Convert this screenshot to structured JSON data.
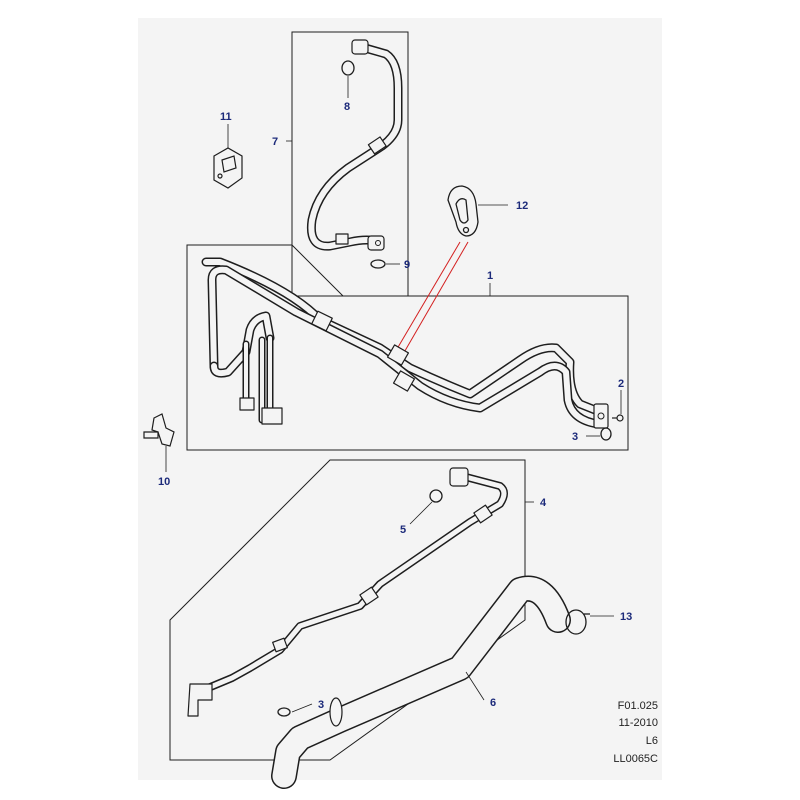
{
  "diagram": {
    "callouts": [
      {
        "id": "1",
        "text": "1"
      },
      {
        "id": "2",
        "text": "2"
      },
      {
        "id": "3a",
        "text": "3"
      },
      {
        "id": "3b",
        "text": "3"
      },
      {
        "id": "4",
        "text": "4"
      },
      {
        "id": "5",
        "text": "5"
      },
      {
        "id": "6",
        "text": "6"
      },
      {
        "id": "7",
        "text": "7"
      },
      {
        "id": "8",
        "text": "8"
      },
      {
        "id": "9",
        "text": "9"
      },
      {
        "id": "10",
        "text": "10"
      },
      {
        "id": "11",
        "text": "11"
      },
      {
        "id": "12",
        "text": "12"
      },
      {
        "id": "13",
        "text": "13"
      }
    ],
    "reference": {
      "figure": "F01.025",
      "date": "11-2010",
      "level": "L6",
      "code": "LL0065C"
    },
    "colors": {
      "line": "#1e1e1e",
      "callout": "#1c2a7a",
      "highlight": "#d42020",
      "background": "#ffffff",
      "frame_bg": "#f4f4f4"
    }
  }
}
